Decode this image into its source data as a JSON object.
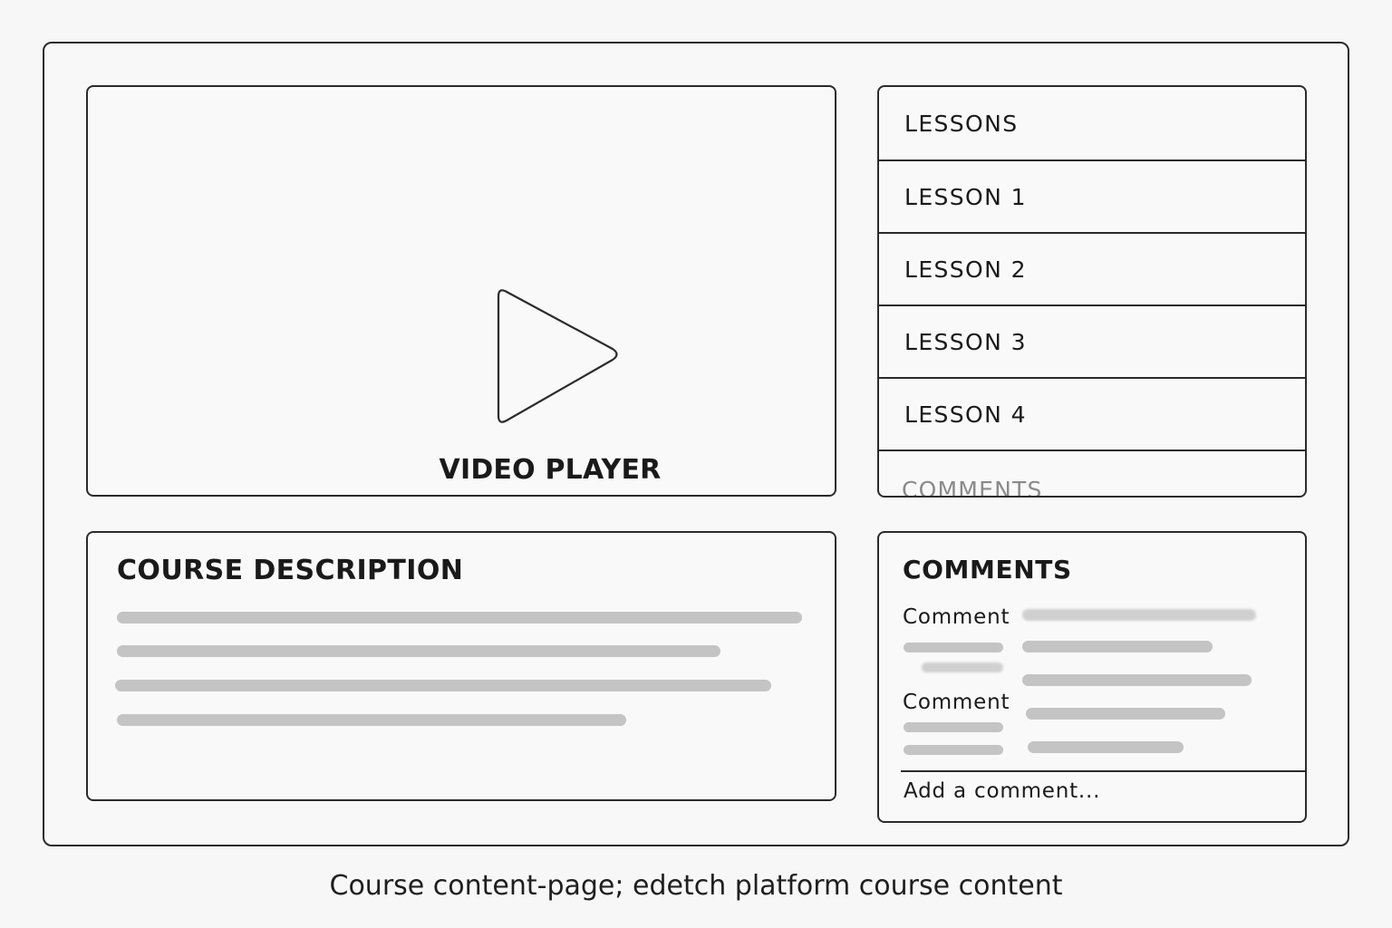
{
  "video": {
    "label": "VIDEO PLAYER",
    "icon": "play-icon"
  },
  "lessons": {
    "header": "LESSONS",
    "items": [
      {
        "label": "LESSON 1"
      },
      {
        "label": "LESSON 2"
      },
      {
        "label": "LESSON 3"
      },
      {
        "label": "LESSON 4"
      }
    ],
    "cut_off_label": "COMMENTS"
  },
  "description": {
    "title": "COURSE DESCRIPTION"
  },
  "comments": {
    "title": "COMMENTS",
    "items": [
      {
        "label": "Comment"
      },
      {
        "label": "Comment"
      }
    ],
    "input_placeholder": "Add a comment..."
  },
  "caption": "Course content-page; edetch platform course content",
  "colors": {
    "border": "#2b2b2b",
    "placeholder_bar": "#c4c4c4",
    "background": "#f7f7f7"
  }
}
